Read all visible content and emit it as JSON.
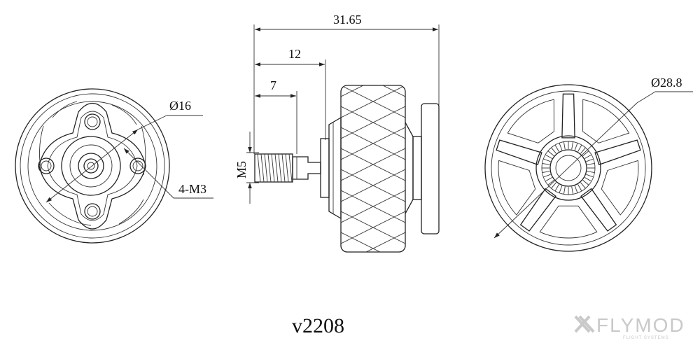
{
  "dimensions": {
    "total_length": "31.65",
    "bell_to_shaft": "12",
    "thread_length": "7",
    "thread_size": "M5",
    "mount_pattern": "Ø16",
    "mount_holes": "4-M3",
    "outer_diameter": "Ø28.8"
  },
  "model": "v2208",
  "logo": {
    "brand": "FLYMOD",
    "tagline": "FLIGHT SYSTEMS"
  }
}
